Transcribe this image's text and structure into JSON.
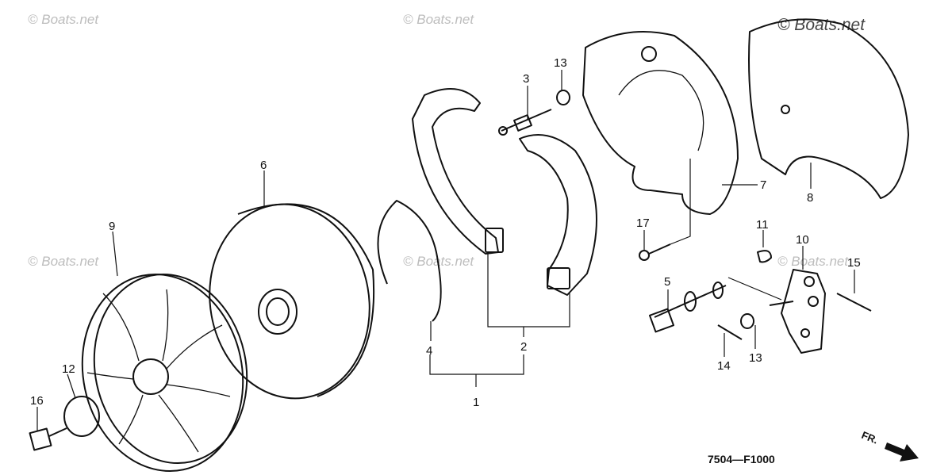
{
  "watermarks": [
    {
      "text": "© Boats.net"
    },
    {
      "text": "© Boats.net"
    },
    {
      "text": "© Boats.net"
    },
    {
      "text": "© Boats.net"
    },
    {
      "text": "© Boats.net"
    }
  ],
  "watermark_main": "© Boats.net",
  "diagram_code": "7504—F1000",
  "direction_label": "FR.",
  "callouts": {
    "c1": "1",
    "c2": "2",
    "c3": "3",
    "c4": "4",
    "c5": "5",
    "c6": "6",
    "c7": "7",
    "c8": "8",
    "c9": "9",
    "c10": "10",
    "c11": "11",
    "c12": "12",
    "c13a": "13",
    "c13b": "13",
    "c14": "14",
    "c15": "15",
    "c16": "16",
    "c17": "17"
  }
}
